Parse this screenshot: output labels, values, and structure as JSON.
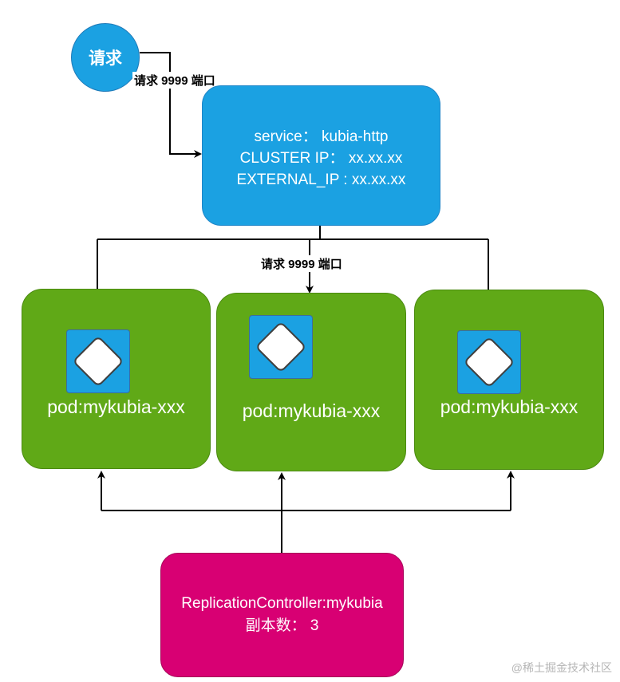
{
  "request_node": {
    "label": "请求"
  },
  "edge_labels": {
    "request_to_service": "请求 9999 端口",
    "service_to_pods": "请求 9999 端口"
  },
  "service": {
    "line1": "service： kubia-http",
    "line2": "CLUSTER IP： xx.xx.xx",
    "line3": "EXTERNAL_IP : xx.xx.xx"
  },
  "pods": [
    {
      "label": "pod:mykubia-xxx"
    },
    {
      "label": "pod:mykubia-xxx"
    },
    {
      "label": "pod:mykubia-xxx"
    }
  ],
  "replication_controller": {
    "line1": "ReplicationController:mykubia",
    "line2": "副本数： 3"
  },
  "watermark": "@稀土掘金技术社区",
  "colors": {
    "service_blue": "#1ba1e2",
    "pod_green": "#60a917",
    "rc_magenta": "#d80073",
    "edge": "#000000"
  }
}
